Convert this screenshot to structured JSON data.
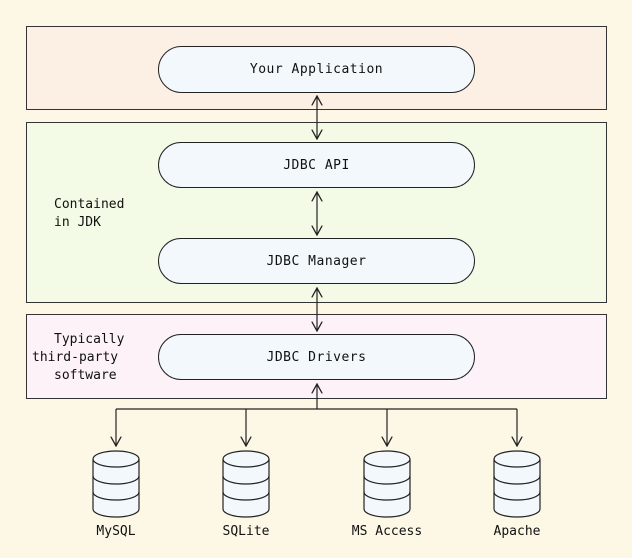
{
  "layers": {
    "application": "Your Application",
    "api": "JDBC API",
    "manager": "JDBC Manager",
    "drivers": "JDBC Drivers"
  },
  "groups": {
    "jdk_line1": "Contained",
    "jdk_line2": "in JDK",
    "third_line1": "Typically",
    "third_line2": "third-party",
    "third_line3": "software"
  },
  "databases": [
    "MySQL",
    "SQLite",
    "MS Access",
    "Apache"
  ]
}
